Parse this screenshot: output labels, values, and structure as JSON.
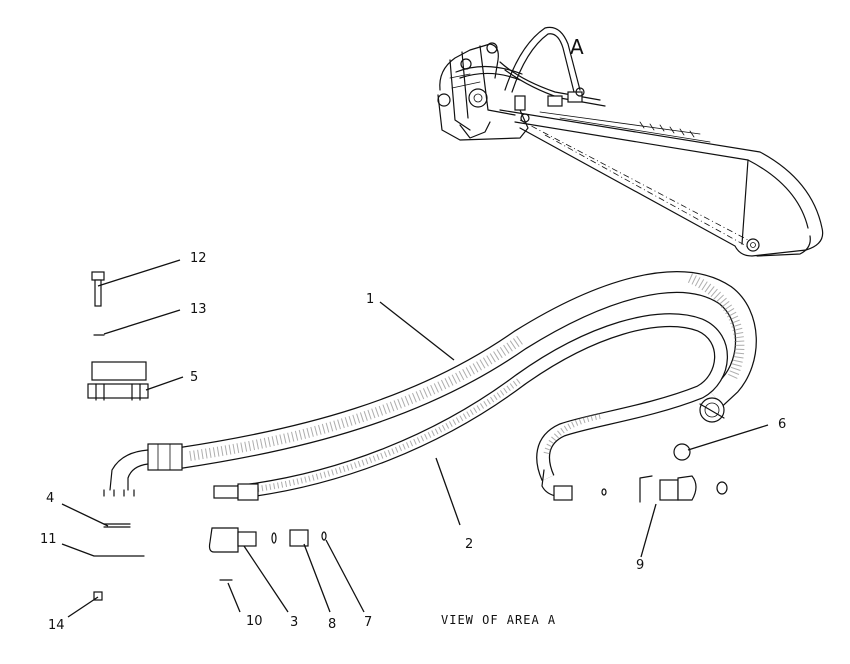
{
  "diagram": {
    "area_letter": "A",
    "view_label": "VIEW OF AREA A",
    "callouts": [
      {
        "id": "c1",
        "text": "1"
      },
      {
        "id": "c2",
        "text": "2"
      },
      {
        "id": "c3",
        "text": "3"
      },
      {
        "id": "c4",
        "text": "4"
      },
      {
        "id": "c5",
        "text": "5"
      },
      {
        "id": "c6",
        "text": "6"
      },
      {
        "id": "c7",
        "text": "7"
      },
      {
        "id": "c8",
        "text": "8"
      },
      {
        "id": "c9",
        "text": "9"
      },
      {
        "id": "c10",
        "text": "10"
      },
      {
        "id": "c11",
        "text": "11"
      },
      {
        "id": "c12",
        "text": "12"
      },
      {
        "id": "c13",
        "text": "13"
      },
      {
        "id": "c14",
        "text": "14"
      }
    ]
  }
}
